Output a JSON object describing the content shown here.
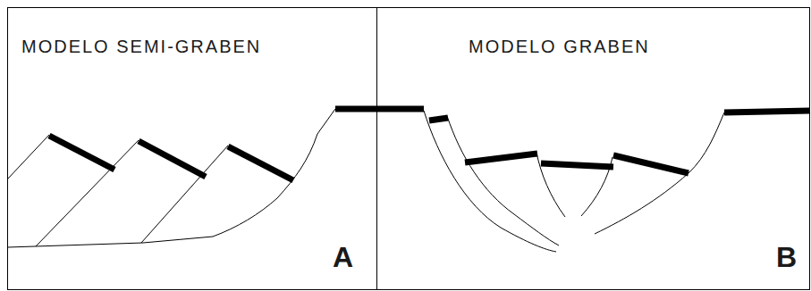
{
  "diagram": {
    "labels": [
      "MODELO SEMI-GRABEN",
      "A",
      "MODELO GRABEN",
      "B"
    ]
  }
}
